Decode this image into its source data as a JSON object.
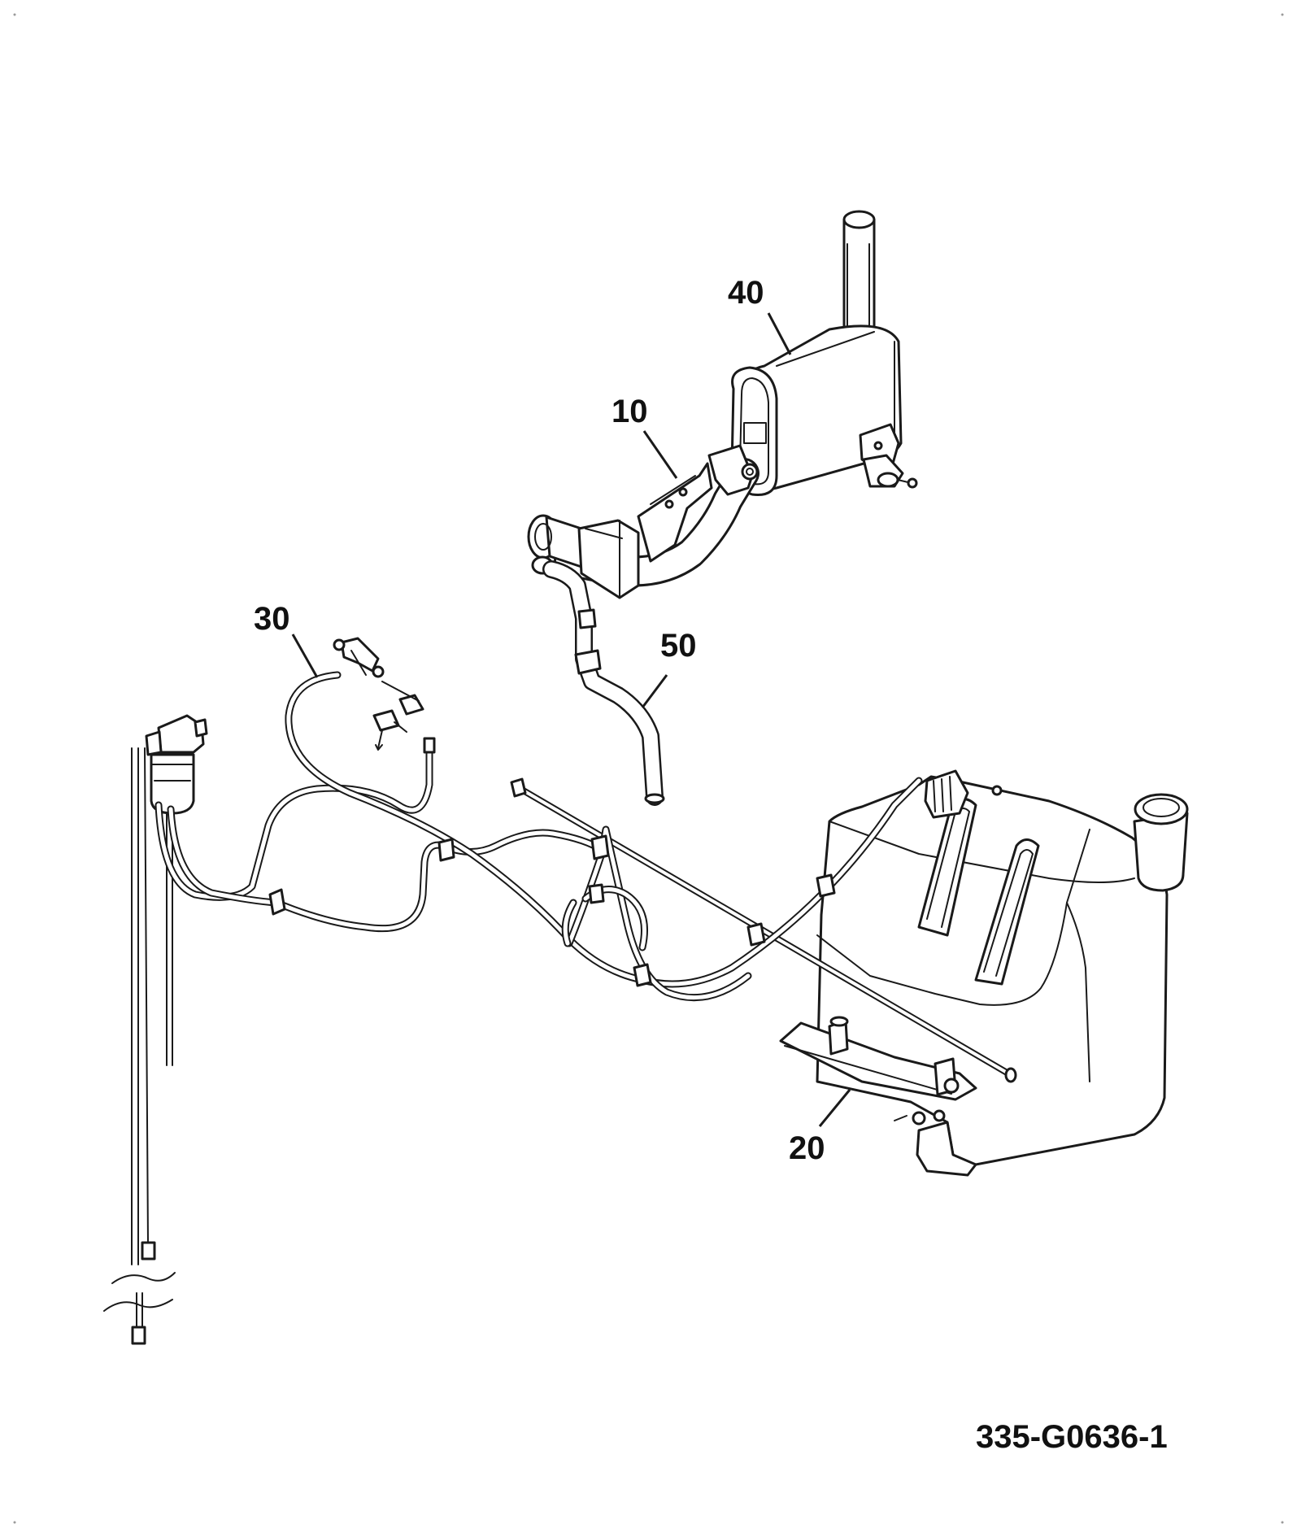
{
  "callouts": {
    "c10": "10",
    "c20": "20",
    "c30": "30",
    "c40": "40",
    "c50": "50"
  },
  "drawing_number": "335-G0636-1"
}
